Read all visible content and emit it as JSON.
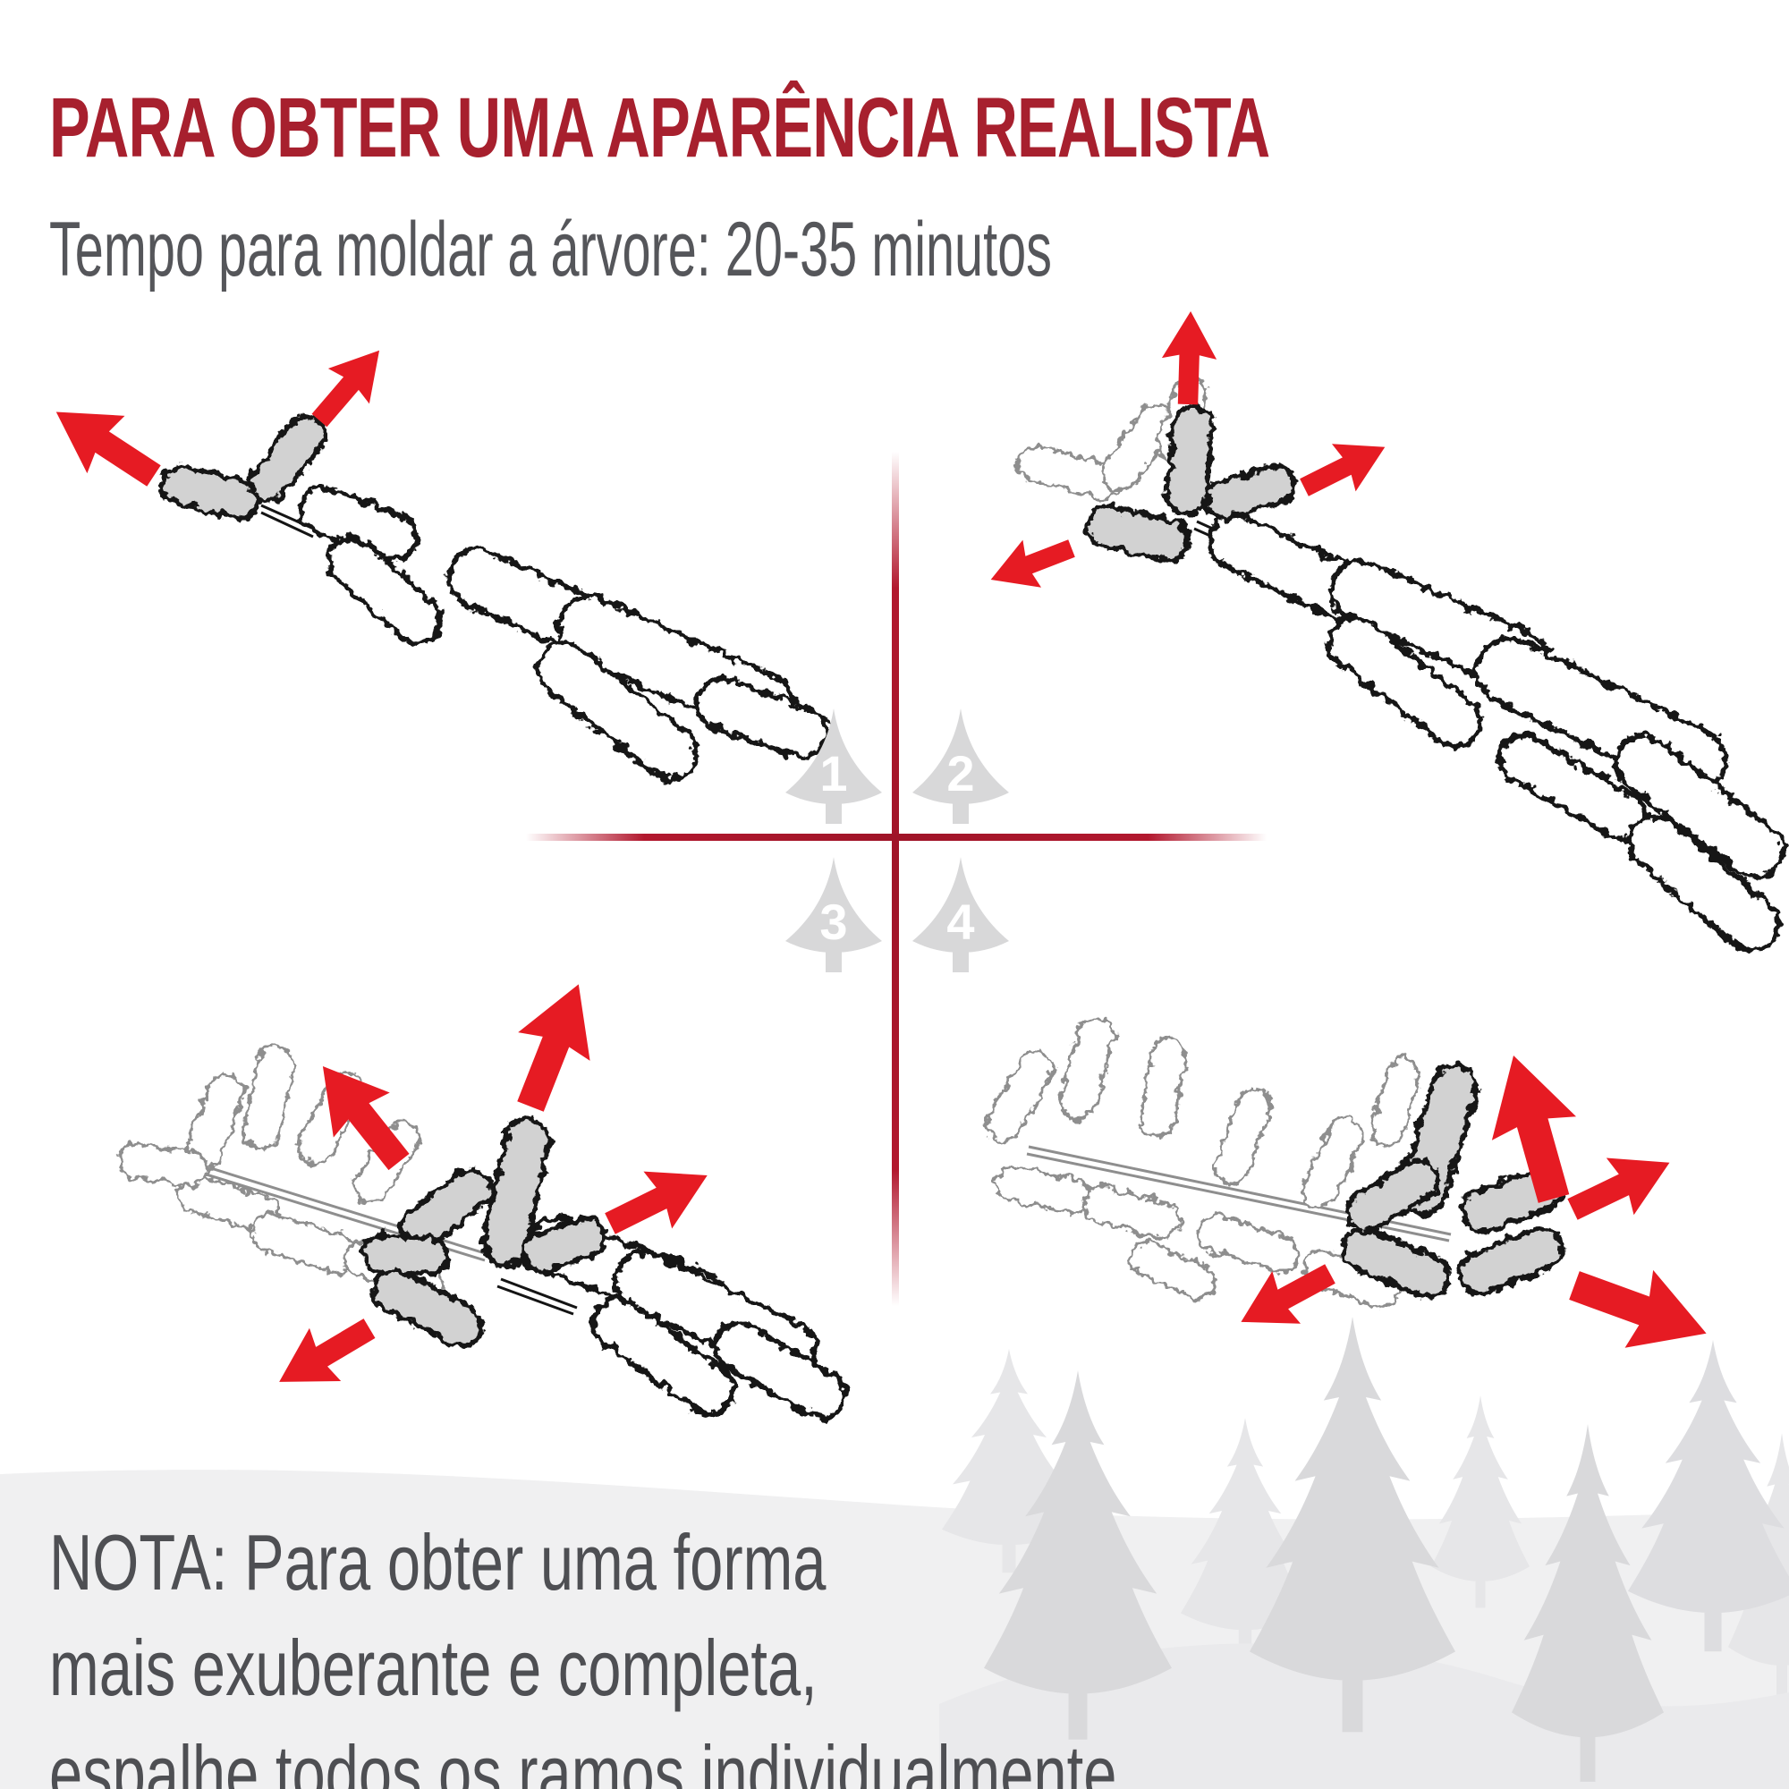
{
  "poster": {
    "title": "PARA OBTER UMA APARÊNCIA REALISTA",
    "subtitle": "Tempo para moldar a árvore: 20-35 minutos",
    "note_lines": [
      "NOTA: Para obter uma forma",
      "mais exuberante e completa,",
      "espalhe todos os ramos individualmente"
    ]
  },
  "steps": [
    {
      "number": "1",
      "shaped_tips": 2,
      "arrows": [
        "up-right",
        "left"
      ]
    },
    {
      "number": "2",
      "shaped_tips": 3,
      "arrows": [
        "up",
        "up-right",
        "left"
      ]
    },
    {
      "number": "3",
      "shaped_tips": 5,
      "arrows": [
        "up-left",
        "up-right",
        "right",
        "down-left"
      ]
    },
    {
      "number": "4",
      "shaped_tips": 5,
      "arrows": [
        "up",
        "up-right",
        "down-right",
        "down-left"
      ]
    }
  ],
  "colors": {
    "title_red": "#a7202e",
    "subtitle_gray": "#55565a",
    "note_gray": "#4e4f53",
    "arrow_red": "#e61b23",
    "cross_red": "#b2182e",
    "branch_fill_gray": "#d2d2d2",
    "branch_outline_black": "#141414",
    "ghost_outline_gray": "#8e8e8e",
    "step_tree_gray": "#d8d8d9",
    "step_number_white": "#ffffff",
    "panel_gray": "#f0f0f1",
    "forest_light_gray": "#e6e6e8",
    "forest_mid_gray": "#d9d9db"
  }
}
